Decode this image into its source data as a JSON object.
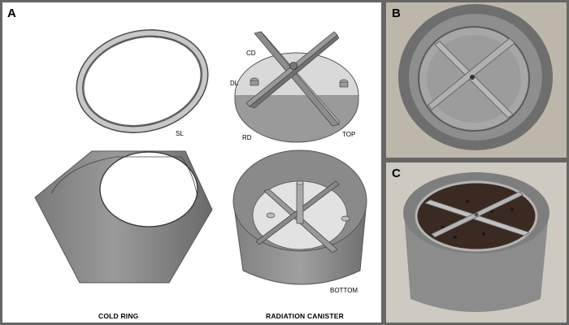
{
  "panels": {
    "a": {
      "label": "A",
      "part_labels": {
        "sl": "SL",
        "cd": "CD",
        "dl": "DL",
        "rd": "RD",
        "top": "TOP",
        "bottom": "BOTTOM"
      },
      "captions": {
        "cold_ring": "COLD RING",
        "radiation_canister": "RADIATION CANISTER"
      }
    },
    "b": {
      "label": "B"
    },
    "c": {
      "label": "C"
    }
  }
}
